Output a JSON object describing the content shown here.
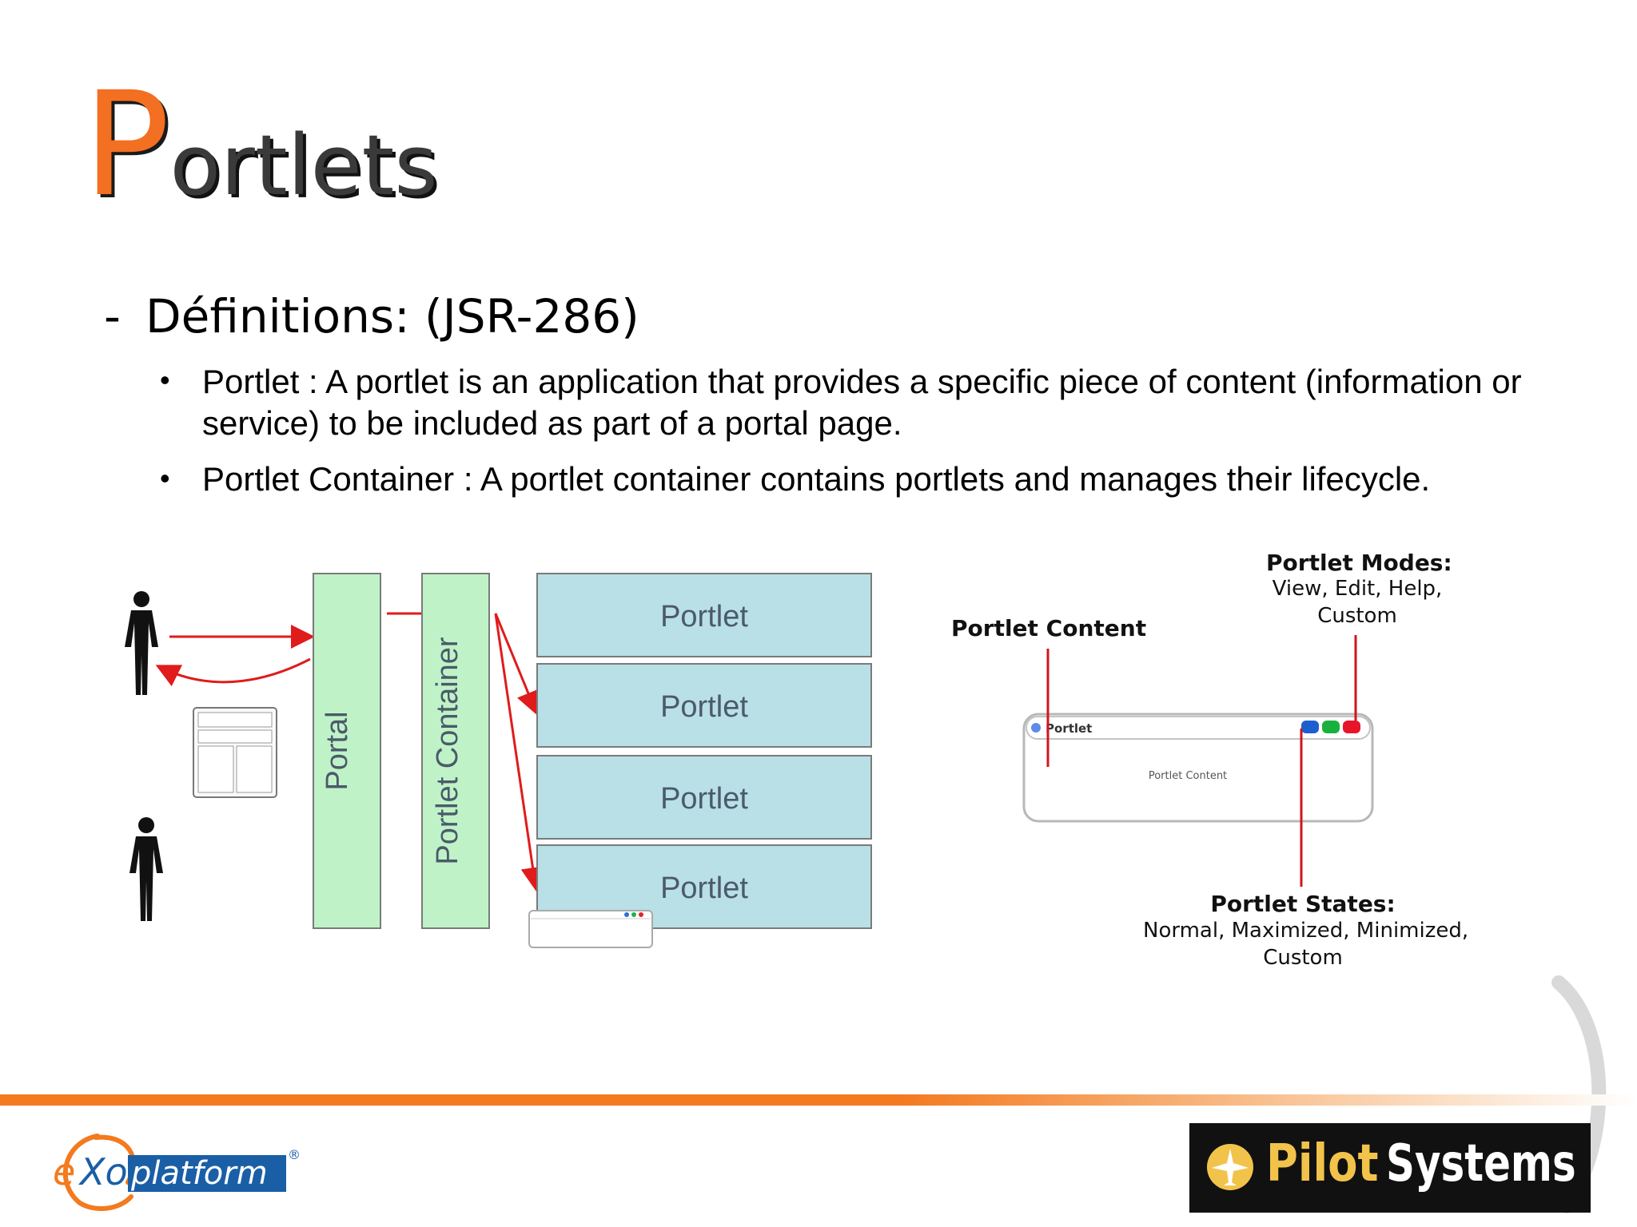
{
  "title": {
    "initial": "P",
    "rest": "ortlets"
  },
  "section": {
    "dash": "-",
    "heading": "Définitions: (JSR-286)",
    "bullets": [
      {
        "dot": "•",
        "text": "Portlet : A portlet is an application that provides a specific piece of content (information or service) to be included as part of a portal page."
      },
      {
        "dot": "•",
        "text": "Portlet Container : A portlet container contains portlets and manages their lifecycle."
      }
    ]
  },
  "architecture_diagram": {
    "portal_label": "Portal",
    "container_label": "Portlet Container",
    "portlets": [
      "Portlet",
      "Portlet",
      "Portlet",
      "Portlet"
    ],
    "colors": {
      "portal_fill": "#bff3c7",
      "portlet_fill": "#b8e0e6",
      "arrow": "#e01b1b"
    }
  },
  "window_diagram": {
    "content_heading": "Portlet Content",
    "modes_heading": "Portlet Modes:",
    "modes_line1": "View, Edit, Help,",
    "modes_line2": "Custom",
    "states_heading": "Portlet States:",
    "states_line1": "Normal, Maximized, Minimized,",
    "states_line2": "Custom",
    "window_title": "Portlet",
    "window_body": "Portlet Content"
  },
  "footer": {
    "exo_e": "e",
    "exo_xo": "Xo",
    "exo_platform": "platform",
    "exo_reg": "®",
    "pilot_word1": "Pilot",
    "pilot_word2": "Systems",
    "accent": "#f37a1f"
  }
}
